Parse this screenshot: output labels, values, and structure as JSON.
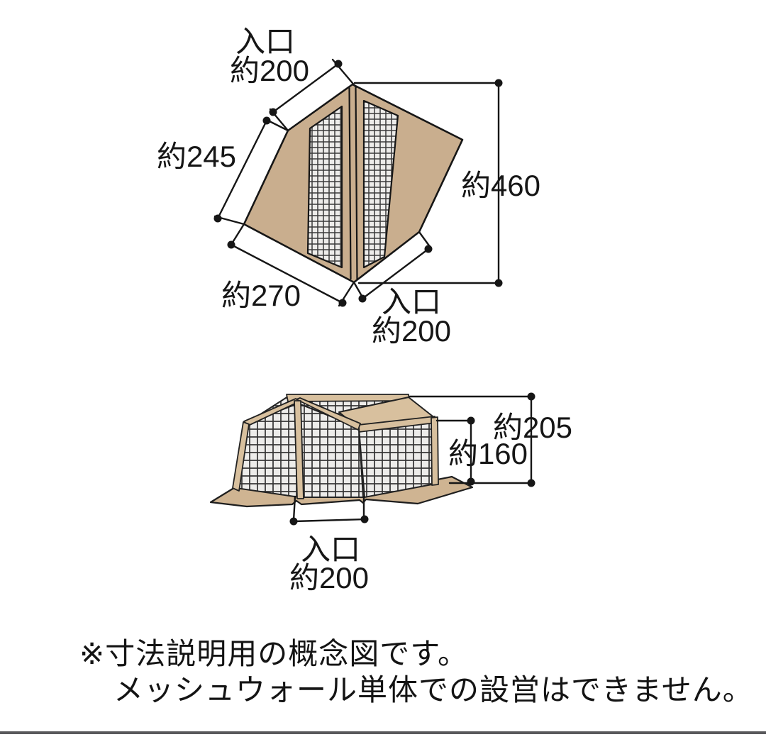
{
  "colors": {
    "fabric": "#c9ae8e",
    "pole": "#d8c09e",
    "skirt": "#cfb492",
    "mesh_bg": "#edecea",
    "mesh_line": "#3a3a3a",
    "outline": "#161616",
    "bottom_bar": "#59595b"
  },
  "top_view": {
    "entrance_top_label": "入口",
    "entrance_top_value": "約200",
    "left_edge_value": "約245",
    "bottom_edge_value": "約270",
    "entrance_bottom_label": "入口",
    "entrance_bottom_value": "約200",
    "height_value": "約460"
  },
  "perspective_view": {
    "total_height_value": "約205",
    "wall_height_value": "約160",
    "entrance_label": "入口",
    "entrance_value": "約200"
  },
  "footer": {
    "line1": "※寸法説明用の概念図です。",
    "line2": "メッシュウォール単体での設営はできません。"
  }
}
